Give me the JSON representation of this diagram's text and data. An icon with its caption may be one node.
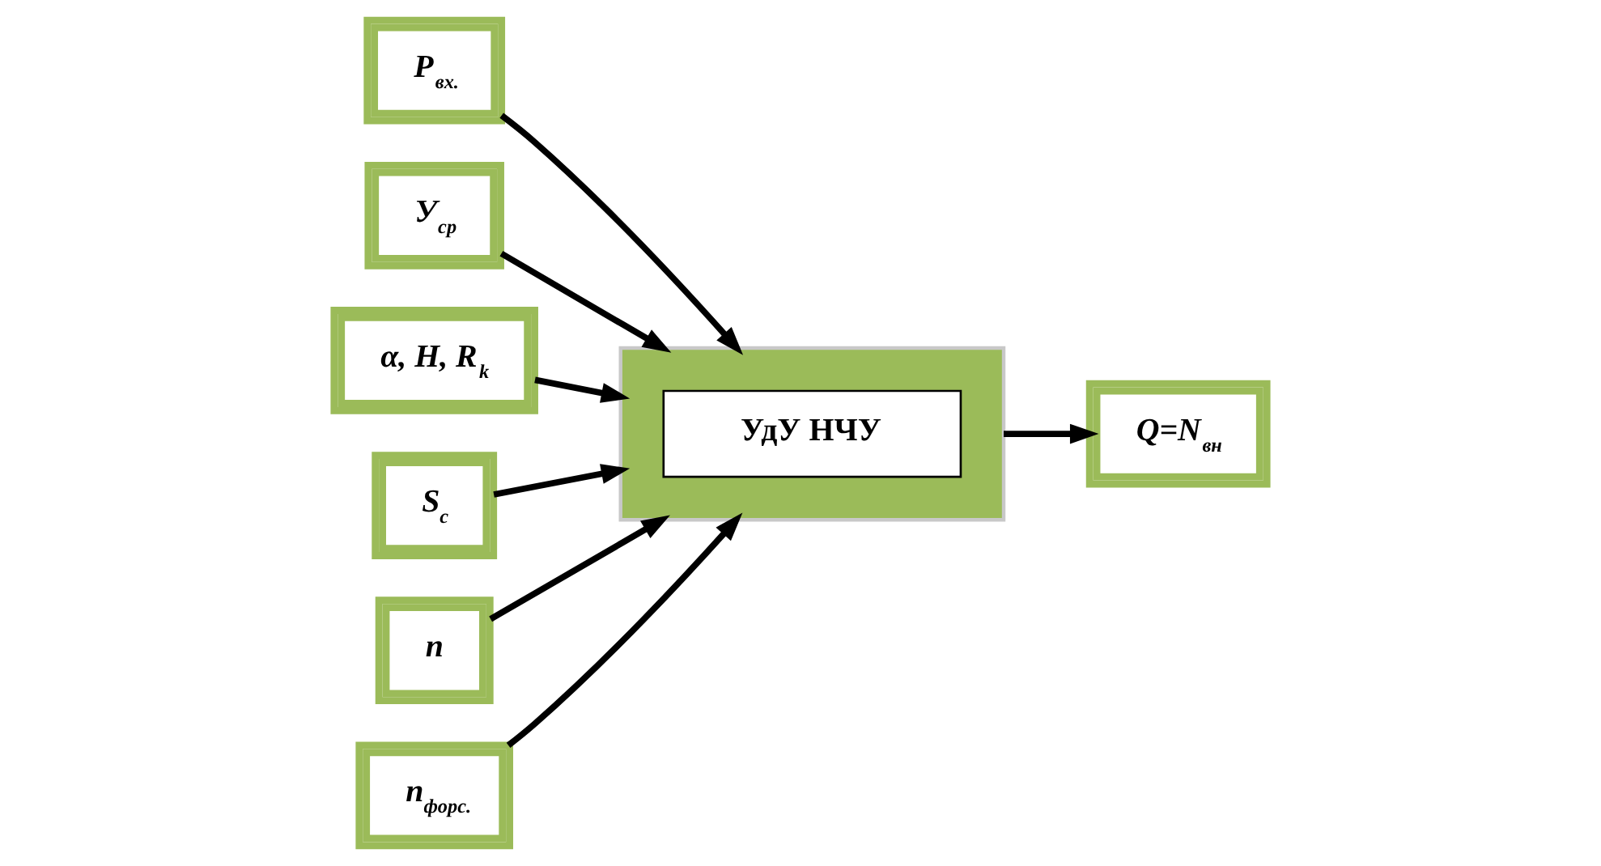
{
  "diagram": {
    "nodes": [
      {
        "text": [
          "P$_{вх.}$"
        ]
      },
      {
        "text": [
          "У$_{ср}$"
        ]
      },
      {
        "text": [
          "α, H, R$_{k}$"
        ]
      },
      {
        "text": [
          "S$_{c}$"
        ]
      },
      {
        "text": [
          "n"
        ]
      },
      {
        "text": [
          "n$_{форс.}$"
        ]
      },
      {
        "text": [],
        "shape": "box"
      },
      {
        "text": [
          "УдУ НЧУ"
        ],
        "in": 6
      },
      {
        "text": [
          "Q=N$_{вн}$"
        ]
      }
    ],
    "edges": [
      {
        "from": 0,
        "to": 6,
        "arrow": "to"
      },
      {
        "from": 1,
        "to": 6,
        "arrow": "to"
      },
      {
        "from": 2,
        "to": 6,
        "arrow": "to"
      },
      {
        "from": 3,
        "to": 6,
        "arrow": "to"
      },
      {
        "from": 4,
        "to": 6,
        "arrow": "to"
      },
      {
        "from": 5,
        "to": 6,
        "arrow": "to"
      },
      {
        "from": 6,
        "to": 8,
        "arrow": "to"
      }
    ]
  }
}
